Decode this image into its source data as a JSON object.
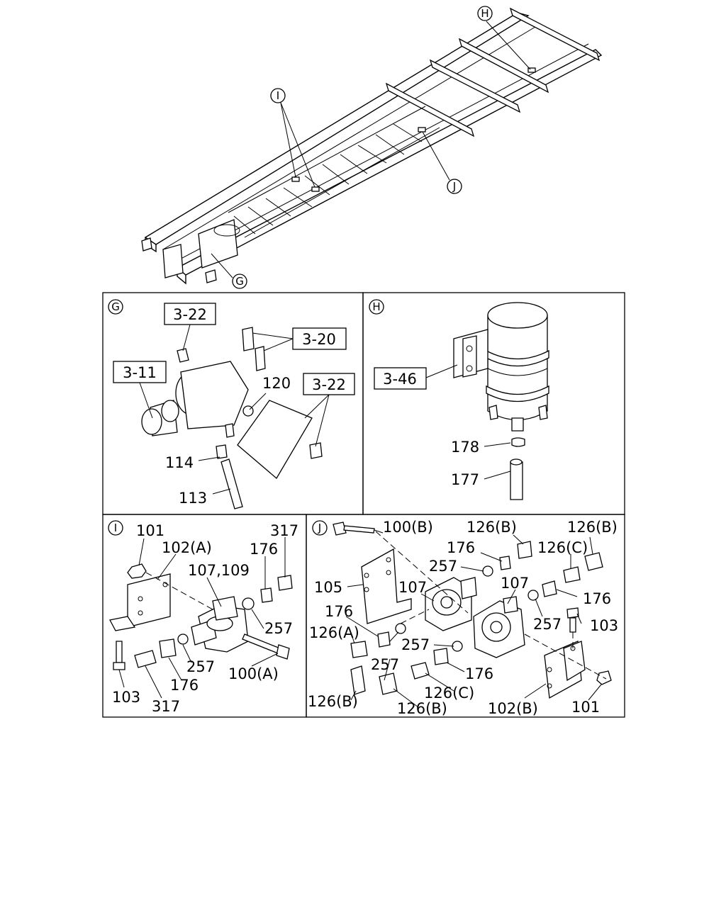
{
  "panels": {
    "G": {
      "letter": "G",
      "refs": {
        "r322a": "3-22",
        "r320": "3-20",
        "r311": "3-11",
        "r322b": "3-22"
      },
      "labels": {
        "n120": "120",
        "n114": "114",
        "n113": "113"
      }
    },
    "H": {
      "letter": "H",
      "refs": {
        "r346": "3-46"
      },
      "labels": {
        "n178": "178",
        "n177": "177"
      }
    },
    "I": {
      "letter": "I",
      "labels": {
        "n101": "101",
        "n102a": "102(A)",
        "n317a": "317",
        "n176a": "176",
        "n107109": "107,109",
        "n257a": "257",
        "n257b": "257",
        "n100a": "100(A)",
        "n176b": "176",
        "n103": "103",
        "n317b": "317"
      }
    },
    "J": {
      "letter": "J",
      "labels": {
        "n100b": "100(B)",
        "n126b1": "126(B)",
        "n126b2": "126(B)",
        "n176a": "176",
        "n126c1": "126(C)",
        "n257a": "257",
        "n105": "105",
        "n107a": "107",
        "n107b": "107",
        "n176b": "176",
        "n176c": "176",
        "n257b": "257",
        "n103": "103",
        "n126a": "126(A)",
        "n257c": "257",
        "n257d": "257",
        "n176d": "176",
        "n126c2": "126(C)",
        "n126b3": "126(B)",
        "n126b4": "126(B)",
        "n102b": "102(B)",
        "n101": "101"
      }
    }
  },
  "frame_callouts": {
    "H": "H",
    "I": "I",
    "J": "J",
    "G": "G"
  }
}
